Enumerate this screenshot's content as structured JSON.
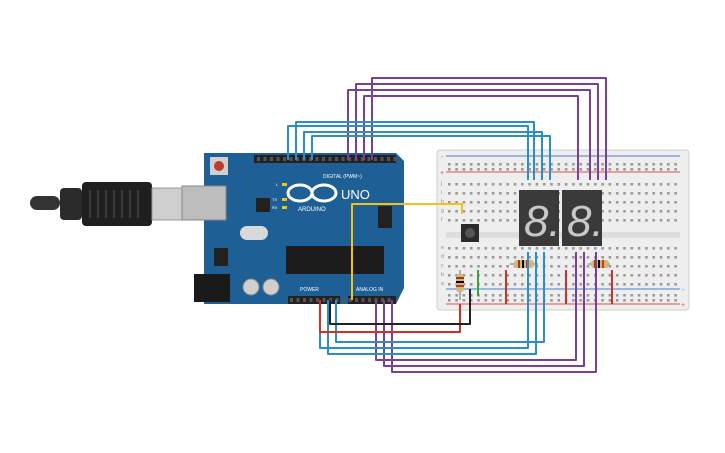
{
  "canvas": {
    "background": "#ffffff",
    "title": ""
  },
  "arduino": {
    "board_name": "UNO",
    "brand": "ARDUINO",
    "digital_header_label": "DIGITAL (PWM~)",
    "analog_header_label": "ANALOG IN",
    "power_header_label": "POWER",
    "tx_label": "TX",
    "rx_label": "RX",
    "l_label": "L",
    "color_board": "#1e5f95",
    "color_header": "#222222"
  },
  "breadboard": {
    "row_letters_top": [
      "j",
      "i",
      "h",
      "g",
      "f"
    ],
    "row_letters_bottom": [
      "e",
      "d",
      "c",
      "b",
      "a"
    ],
    "plus_sign": "+",
    "minus_sign": "-",
    "color_body": "#eeeeee",
    "color_rail_red": "#d9534f",
    "color_rail_blue": "#4a7fc1"
  },
  "displays": [
    {
      "name": "seven-segment-left",
      "glyph": "8."
    },
    {
      "name": "seven-segment-right",
      "glyph": "8."
    }
  ],
  "components": {
    "pushbutton": "pushbutton",
    "resistor_count": 3
  },
  "wire_colors": {
    "purple": "#7b3f98",
    "blue": "#2a8fc7",
    "red": "#d22f27",
    "black": "#222222",
    "yellow": "#f2c21b",
    "green": "#3aa33a"
  }
}
